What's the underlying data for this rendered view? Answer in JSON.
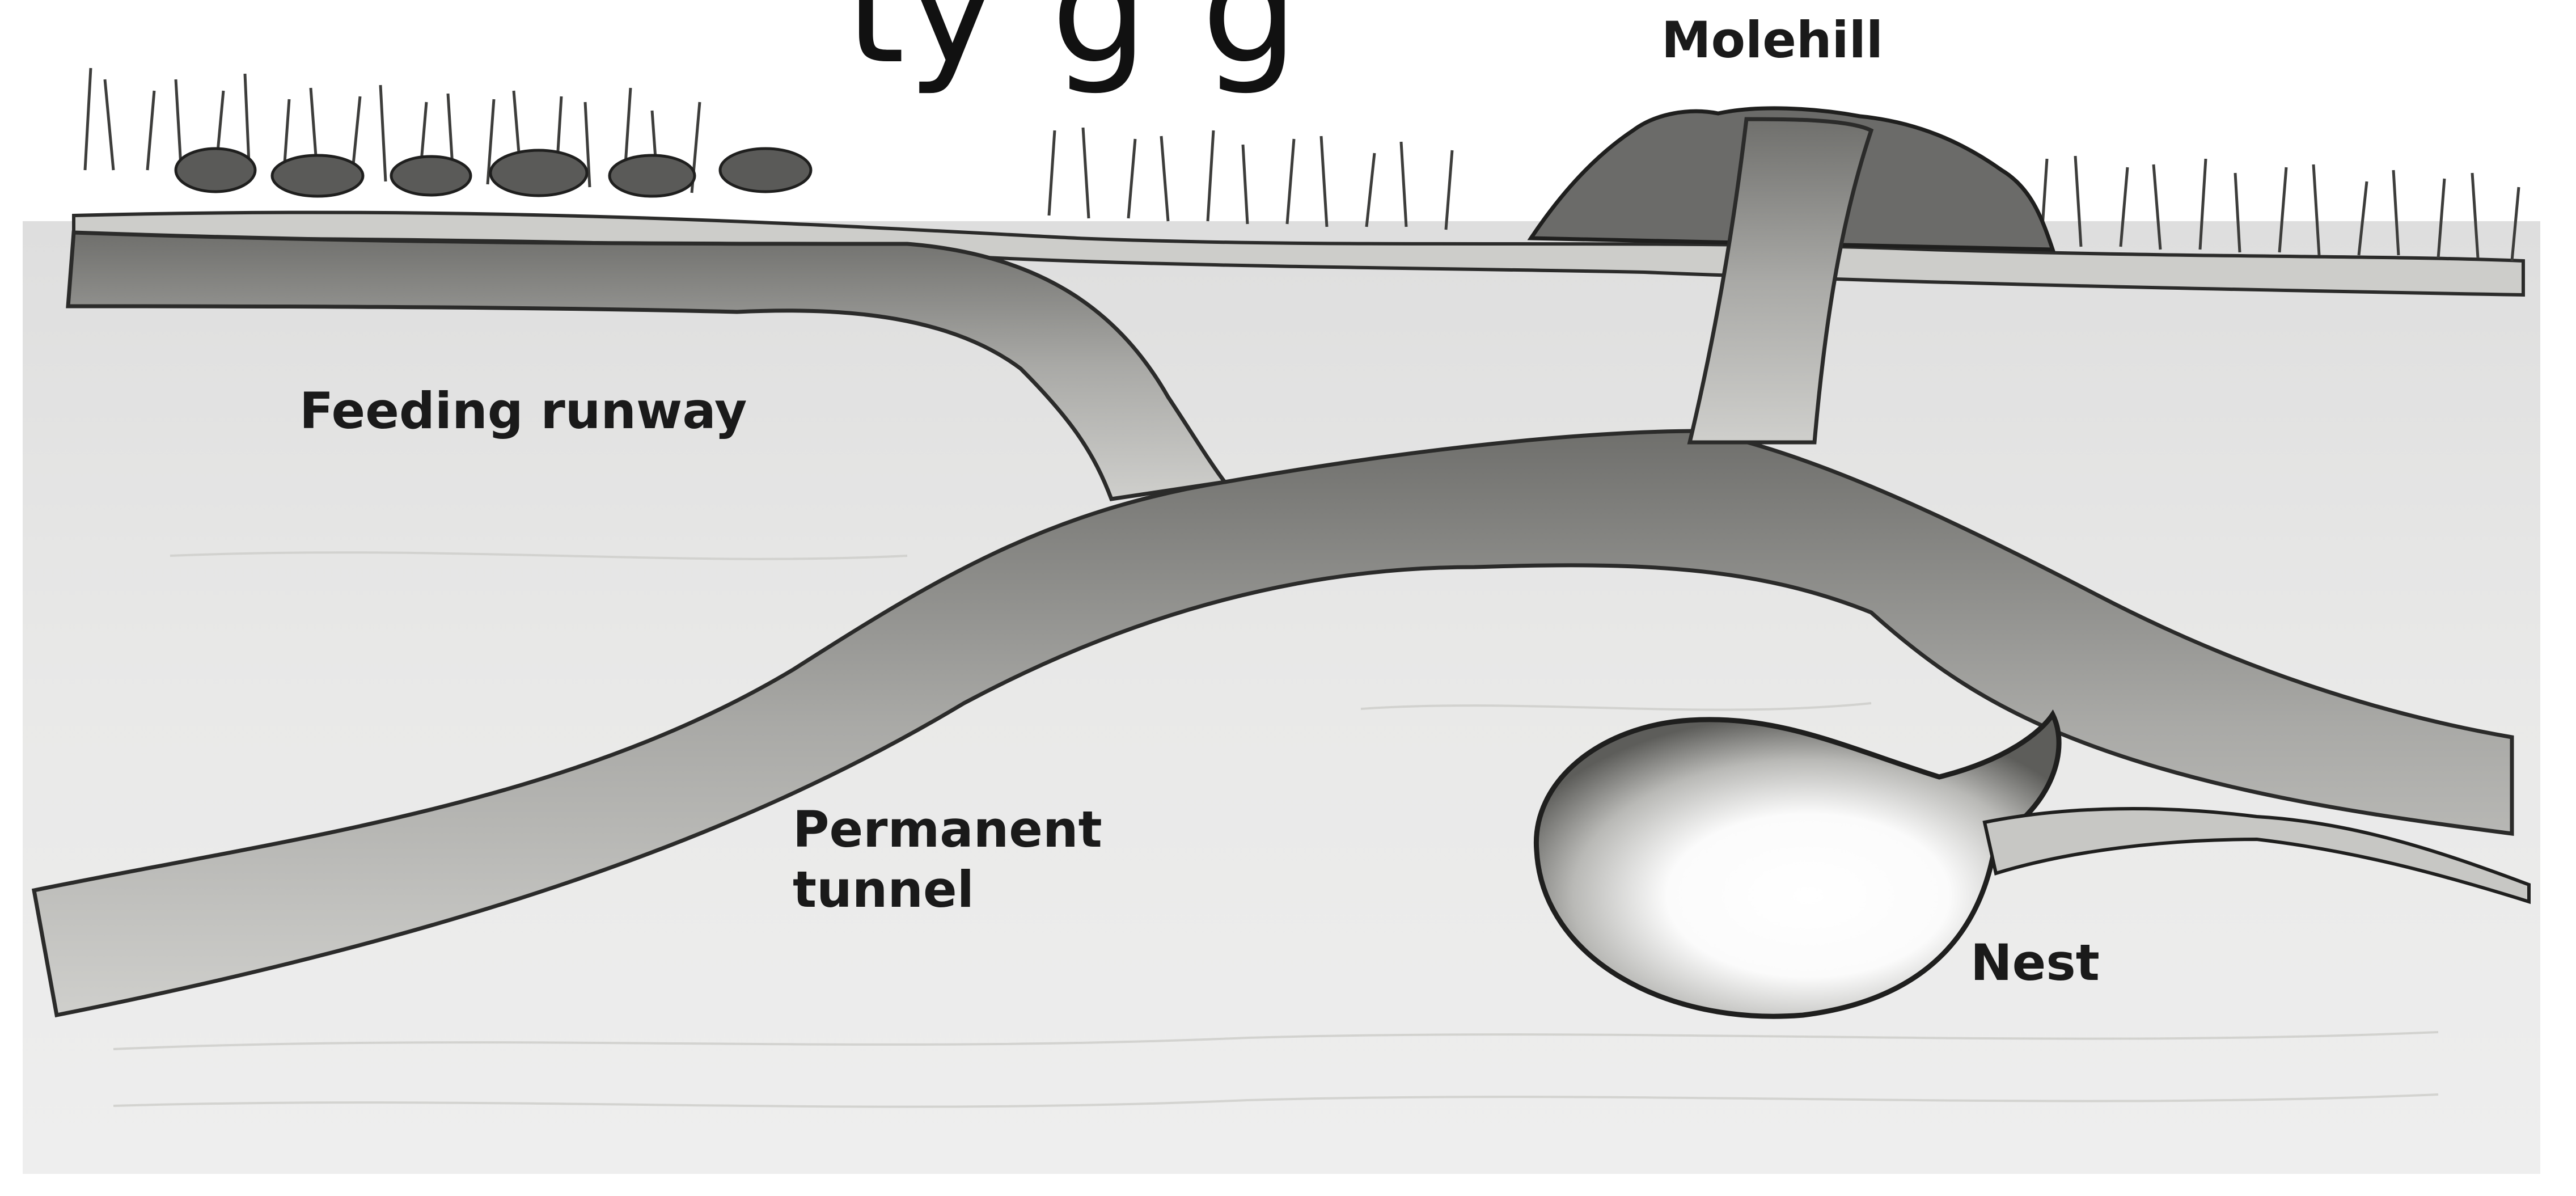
{
  "header": {
    "partial_title": "ty g   g"
  },
  "labels": {
    "molehill": "Molehill",
    "feeding_runway": "Feeding runway",
    "permanent_tunnel_line1": "Permanent",
    "permanent_tunnel_line2": "tunnel",
    "nest": "Nest"
  },
  "colors": {
    "ink": "#1a1a1a",
    "soil": "#d9d9d6",
    "tunnel": "#8f8f8c",
    "background": "#ffffff"
  }
}
